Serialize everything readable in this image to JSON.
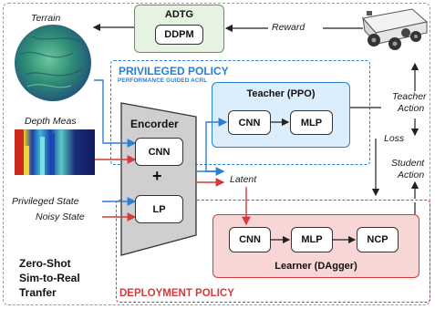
{
  "diagram": {
    "adtg": {
      "title": "ADTG",
      "model": "DDPM"
    },
    "reward_label": "Reward",
    "terrain_label": "Terrain",
    "depth_label": "Depth Meas",
    "privileged_state_label": "Privileged State",
    "noisy_state_label": "Noisy State",
    "privileged_policy": {
      "title": "PRIVILEGED POLICY",
      "subtitle": "PERFORMANCE GUIDED ACRL"
    },
    "teacher": {
      "title": "Teacher (PPO)",
      "blocks": [
        "CNN",
        "MLP"
      ]
    },
    "encoder": {
      "title": "Encorder",
      "top_block": "CNN",
      "plus": "+",
      "bottom_block": "LP"
    },
    "latent_label": "Latent",
    "teacher_action_label": [
      "Teacher",
      "Action"
    ],
    "loss_label": "Loss",
    "student_action_label": [
      "Student",
      "Action"
    ],
    "learner": {
      "title": "Learner (DAgger)",
      "blocks": [
        "CNN",
        "MLP",
        "NCP"
      ]
    },
    "deployment_policy": {
      "title": "DEPLOYMENT POLICY"
    },
    "zero_shot_label": [
      "Zero-Shot",
      "Sim-to-Real",
      "Tranfer"
    ],
    "colors": {
      "blue": "#2a7fd4",
      "red": "#d63a3a",
      "green_fill": "#e6f3e2",
      "green_border": "#5a9a4e",
      "teacher_fill": "#dcedfb",
      "learner_fill": "#f8d6d6",
      "encoder_fill": "#cfcfcf"
    }
  }
}
